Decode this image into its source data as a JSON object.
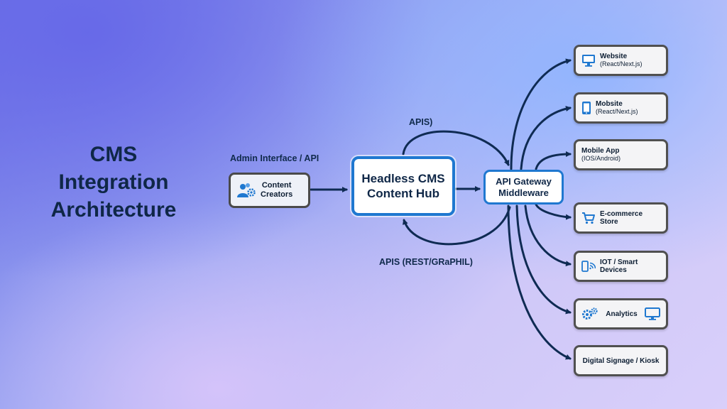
{
  "title": {
    "line1": "CMS",
    "line2": "Integration",
    "line3": "Architecture"
  },
  "labels": {
    "admin": "Admin Interface / API",
    "apis_top": "APIS)",
    "apis_bottom": "APIS (REST/GRaPHIL)"
  },
  "nodes": {
    "content_creators": {
      "line1": "Content",
      "line2": "Creators",
      "icon": "users-gear-icon"
    },
    "hub": {
      "line1": "Headless CMS",
      "line2": "Content Hub"
    },
    "gateway": {
      "line1": "API Gateway",
      "line2": "Middleware"
    }
  },
  "outputs": [
    {
      "label": "Website",
      "detail": "(React/Next.js)",
      "icon": "monitor-icon"
    },
    {
      "label": "Mobsite",
      "detail": "(React/Next.js)",
      "icon": "smartphone-icon"
    },
    {
      "label": "Mobile App",
      "detail": "(IOS/Android)",
      "icon": ""
    },
    {
      "label": "E-commerce Store",
      "detail": "",
      "icon": "cart-icon"
    },
    {
      "label": "IOT / Smart Devices",
      "detail": "",
      "icon": "wifi-phone-icon"
    },
    {
      "label": "Analytics",
      "detail": "",
      "icon": "gears-icon"
    },
    {
      "label": "Digital Signage / Kiosk",
      "detail": "",
      "icon": ""
    }
  ],
  "colors": {
    "arrow": "#0f2b53",
    "accent": "#1f78d0",
    "title": "#0f2747"
  }
}
